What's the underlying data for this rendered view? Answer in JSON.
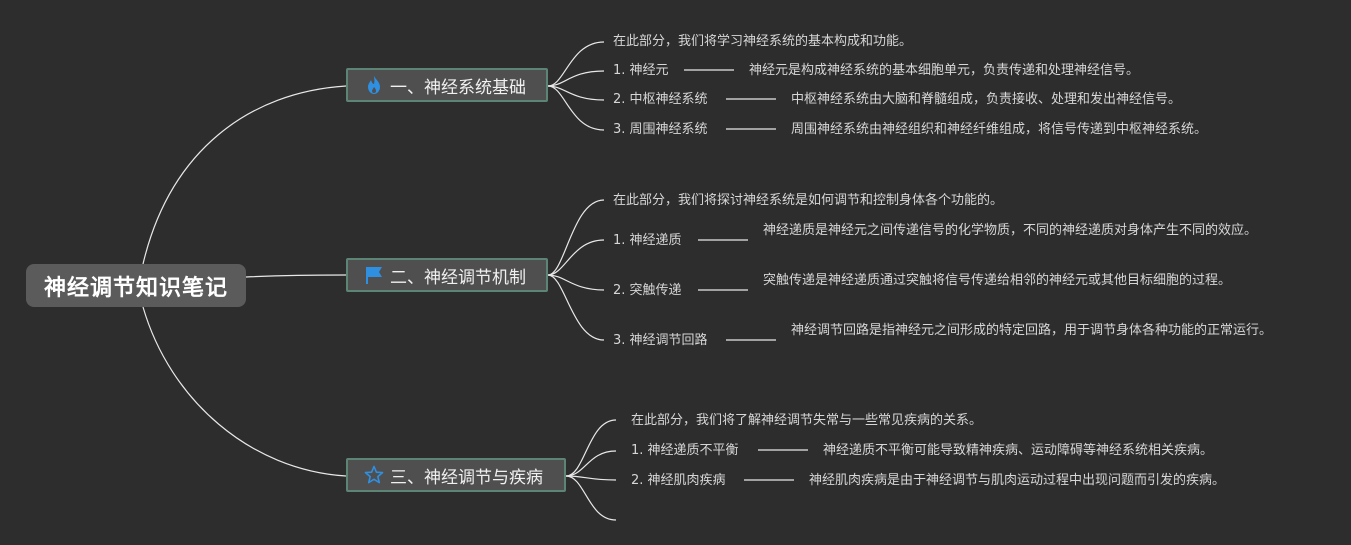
{
  "root": {
    "title": "神经调节知识笔记"
  },
  "branches": [
    {
      "title": "一、神经系统基础",
      "icon": "flame-icon",
      "intro": "在此部分，我们将学习神经系统的基本构成和功能。",
      "items": [
        {
          "label": "1. 神经元",
          "desc": "神经元是构成神经系统的基本细胞单元，负责传递和处理神经信号。"
        },
        {
          "label": "2. 中枢神经系统",
          "desc": "中枢神经系统由大脑和脊髓组成，负责接收、处理和发出神经信号。"
        },
        {
          "label": "3. 周围神经系统",
          "desc": "周围神经系统由神经组织和神经纤维组成，将信号传递到中枢神经系统。"
        }
      ]
    },
    {
      "title": "二、神经调节机制",
      "icon": "flag-icon",
      "intro": "在此部分，我们将探讨神经系统是如何调节和控制身体各个功能的。",
      "items": [
        {
          "label": "1. 神经递质",
          "desc": "神经递质是神经元之间传递信号的化学物质，不同的神经递质对身体产生不同的效应。"
        },
        {
          "label": "2. 突触传递",
          "desc": "突触传递是神经递质通过突触将信号传递给相邻的神经元或其他目标细胞的过程。"
        },
        {
          "label": "3. 神经调节回路",
          "desc": "神经调节回路是指神经元之间形成的特定回路，用于调节身体各种功能的正常运行。"
        }
      ]
    },
    {
      "title": "三、神经调节与疾病",
      "icon": "star-icon",
      "intro": "在此部分，我们将了解神经调节失常与一些常见疾病的关系。",
      "items": [
        {
          "label": "1. 神经递质不平衡",
          "desc": "神经递质不平衡可能导致精神疾病、运动障碍等神经系统相关疾病。"
        },
        {
          "label": "2. 神经肌肉疾病",
          "desc": "神经肌肉疾病是由于神经调节与肌肉运动过程中出现问题而引发的疾病。"
        }
      ]
    }
  ],
  "colors": {
    "background": "#2d2d2d",
    "icon_blue": "#2f8fe0",
    "branch_border": "#5d8576"
  }
}
